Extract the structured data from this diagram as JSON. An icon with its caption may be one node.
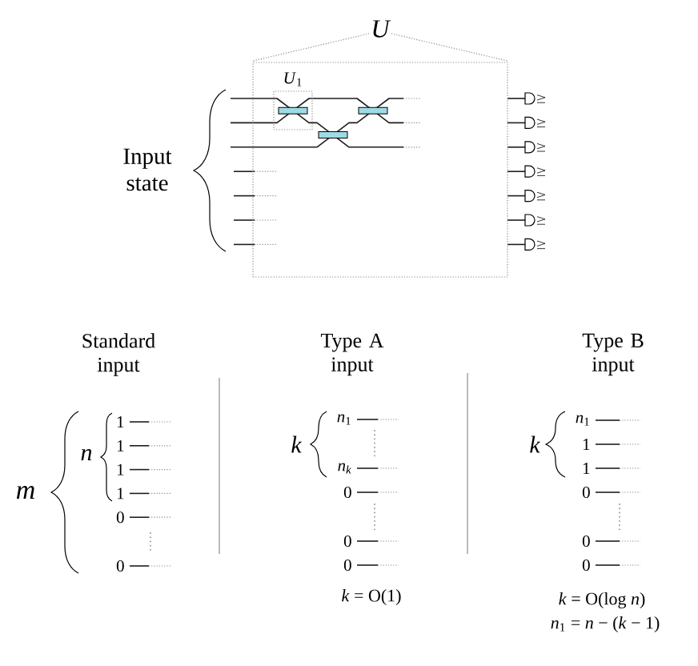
{
  "diagram": {
    "nodes": [
      {
        "text": [
          "U"
        ]
      },
      {
        "text": [
          "*U*$_{1}$"
        ],
        "in": 0
      }
    ],
    "labels": [
      "Input state",
      "Standard input",
      "Type A input",
      "Type B input",
      "m",
      "n",
      "1",
      "1",
      "1",
      "1",
      "0",
      "0",
      "k",
      "*n*$_{1}$",
      "n$_{k}$",
      "0",
      "0",
      "0",
      "*k* = O(1)",
      "k",
      "*n*$_{1}$",
      "1",
      "1",
      "0",
      "0",
      "0",
      "*k* = O(log *n*)",
      "*n*$_{1}$ = *n* − (*k* − 1)"
    ]
  }
}
